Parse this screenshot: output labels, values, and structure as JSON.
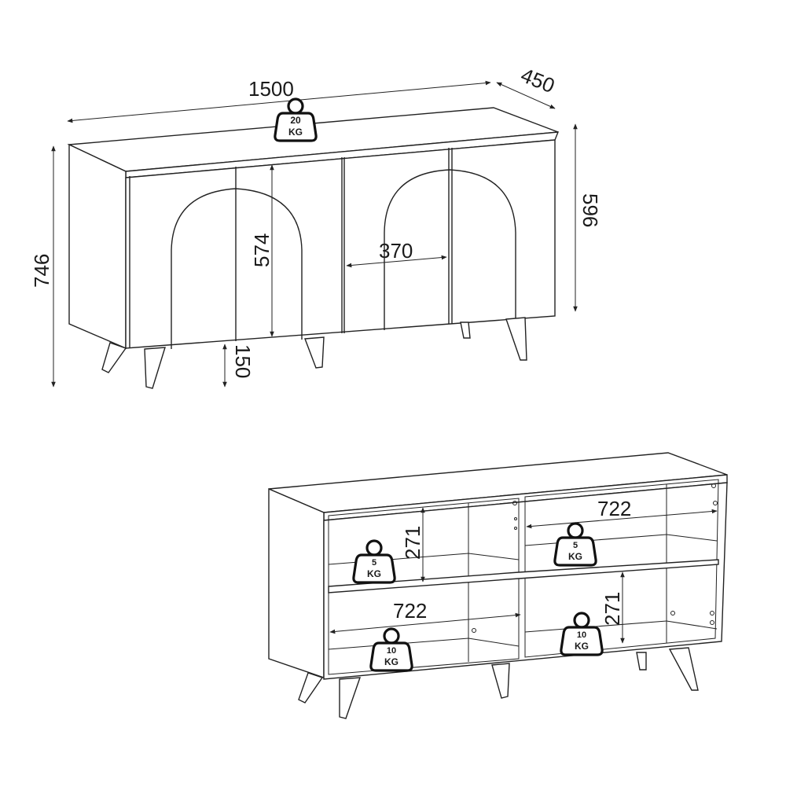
{
  "top_view": {
    "width_label": "1500",
    "depth_label": "450",
    "height_label": "746",
    "body_height_label": "596",
    "arch_height_label": "574",
    "arch_width_label": "370",
    "leg_height_label": "150",
    "top_load": {
      "value": "20",
      "unit": "KG"
    }
  },
  "open_view": {
    "upper_right_width_label": "722",
    "lower_left_width_label": "722",
    "upper_left_height_label": "271",
    "lower_right_height_label": "271",
    "upper_left_load": {
      "value": "5",
      "unit": "KG"
    },
    "upper_right_load": {
      "value": "5",
      "unit": "KG"
    },
    "lower_left_load": {
      "value": "10",
      "unit": "KG"
    },
    "lower_right_load": {
      "value": "10",
      "unit": "KG"
    }
  }
}
